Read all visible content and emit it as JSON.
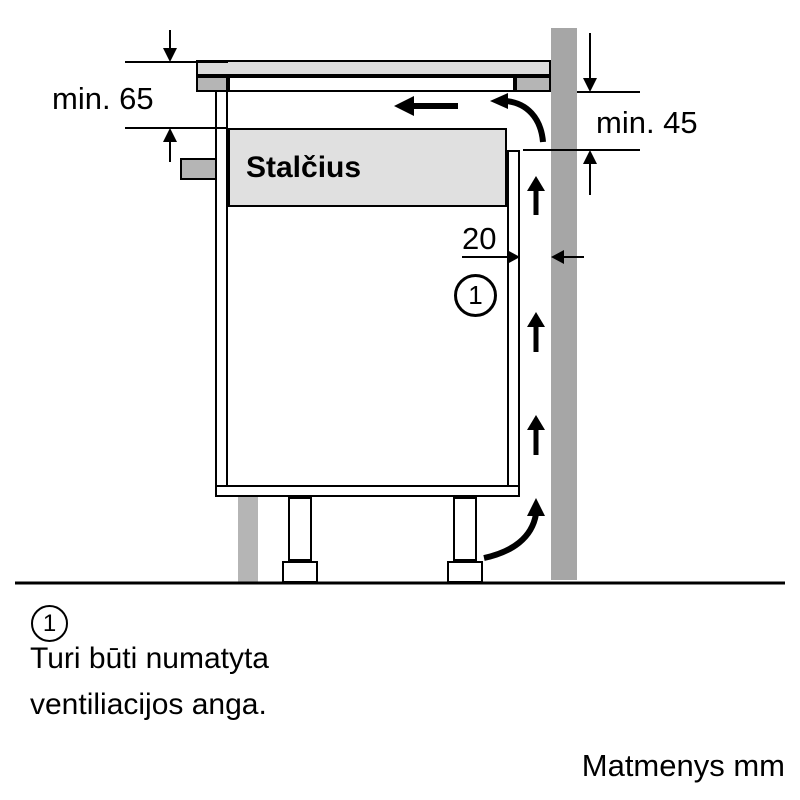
{
  "diagram": {
    "drawer_label": "Stalčius",
    "dimensions": {
      "left_clearance": "min. 65",
      "right_clearance": "min. 45",
      "rear_gap": "20"
    },
    "callout": "1"
  },
  "footnote": {
    "marker": "1",
    "line1": "Turi būti numatyta",
    "line2": "ventiliacijos anga."
  },
  "units_label": "Matmenys mm",
  "colors": {
    "outline": "#000000",
    "wall_gray": "#a6a6a6",
    "worktop_gray": "#b5b5b5",
    "drawer_gray": "#e0e0e0",
    "background": "#ffffff"
  }
}
